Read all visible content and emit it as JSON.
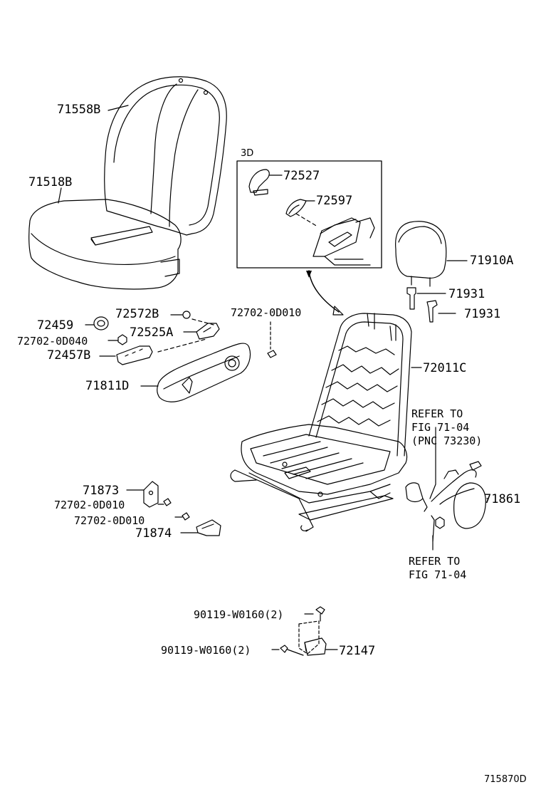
{
  "diagram": {
    "inset_label": "3D",
    "figure_id": "715870D",
    "parts": {
      "p71558B": "71558B",
      "p71518B": "71518B",
      "p72527": "72527",
      "p72597": "72597",
      "p71910A": "71910A",
      "p71931a": "71931",
      "p71931b": "71931",
      "p72459": "72459",
      "p72572B": "72572B",
      "p72702_0D010_top": "72702-0D010",
      "p72702_0D040": "72702-0D040",
      "p72525A": "72525A",
      "p72457B": "72457B",
      "p72011C": "72011C",
      "p71811D": "71811D",
      "p71873": "71873",
      "p72702_0D010_a": "72702-0D010",
      "p72702_0D010_b": "72702-0D010",
      "p71874": "71874",
      "p71861": "71861",
      "p90119_a": "90119-W0160(2)",
      "p90119_b": "90119-W0160(2)",
      "p72147": "72147"
    },
    "refer_1": {
      "line1": "REFER TO",
      "line2": "FIG 71-04",
      "line3": "(PNC 73230)"
    },
    "refer_2": {
      "line1": "REFER TO",
      "line2": "FIG 71-04"
    }
  }
}
